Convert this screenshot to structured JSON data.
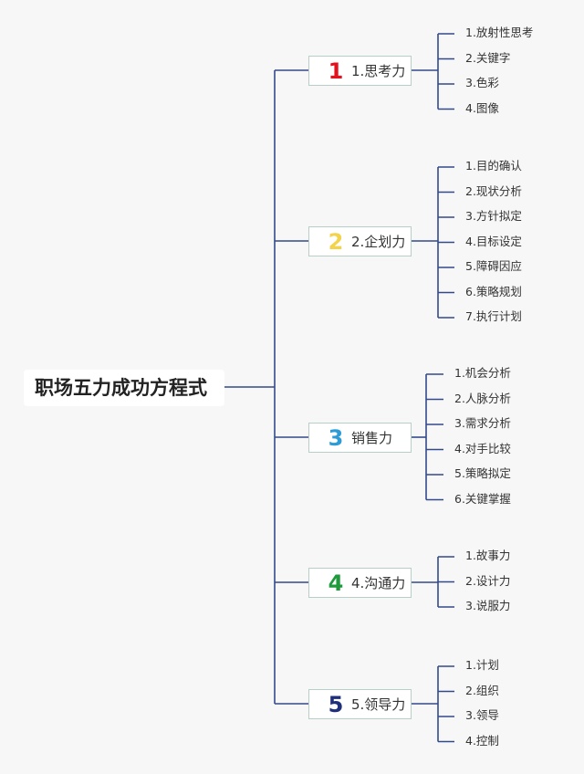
{
  "root": {
    "title": "职场五力成功方程式"
  },
  "branches": [
    {
      "number": "1",
      "label": "1.思考力",
      "color": "#e3121f",
      "children": [
        "1.放射性思考",
        "2.关键字",
        "3.色彩",
        "4.图像"
      ]
    },
    {
      "number": "2",
      "label": "2.企划力",
      "color": "#f2d34a",
      "children": [
        "1.目的确认",
        "2.现状分析",
        "3.方针拟定",
        "4.目标设定",
        "5.障碍因应",
        "6.策略规划",
        "7.执行计划"
      ]
    },
    {
      "number": "3",
      "label": "销售力",
      "color": "#2d9bd6",
      "children": [
        "1.机会分析",
        "2.人脉分析",
        "3.需求分析",
        "4.对手比较",
        "5.策略拟定",
        "6.关键掌握"
      ]
    },
    {
      "number": "4",
      "label": "4.沟通力",
      "color": "#1e9a3c",
      "children": [
        "1.故事力",
        "2.设计力",
        "3.说服力"
      ]
    },
    {
      "number": "5",
      "label": "5.领导力",
      "color": "#1f2f7a",
      "children": [
        "1.计划",
        "2.组织",
        "3.领导",
        "4.控制"
      ]
    }
  ],
  "colors": {
    "line": "#334a8a",
    "border": "#b7cfc7"
  }
}
